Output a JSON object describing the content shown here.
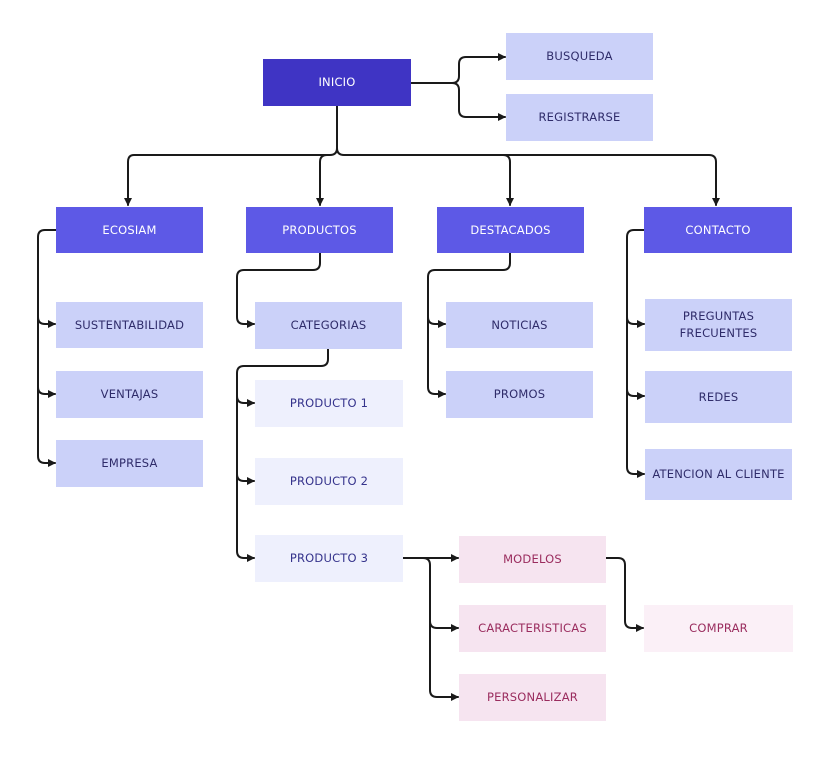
{
  "nodes": {
    "inicio": "INICIO",
    "busqueda": "BUSQUEDA",
    "registrarse": "REGISTRARSE",
    "ecosiam": "ECOSIAM",
    "productos": "PRODUCTOS",
    "destacados": "DESTACADOS",
    "contacto": "CONTACTO",
    "sustentabilidad": "SUSTENTABILIDAD",
    "ventajas": "VENTAJAS",
    "empresa": "EMPRESA",
    "categorias": "CATEGORIAS",
    "producto1": "PRODUCTO 1",
    "producto2": "PRODUCTO 2",
    "producto3": "PRODUCTO 3",
    "noticias": "NOTICIAS",
    "promos": "PROMOS",
    "preguntas": "PREGUNTAS FRECUENTES",
    "redes": "REDES",
    "atencion": "ATENCION AL CLIENTE",
    "modelos": "MODELOS",
    "caracteristicas": "CARACTERISTICAS",
    "personalizar": "PERSONALIZAR",
    "comprar": "COMPRAR"
  },
  "colors": {
    "root": "#3f34c4",
    "main": "#5d59e6",
    "sub": "#cbd1f9",
    "leaf": "#eef0fd",
    "pink": "#f6e4f0",
    "connector": "#1a1a1a"
  }
}
